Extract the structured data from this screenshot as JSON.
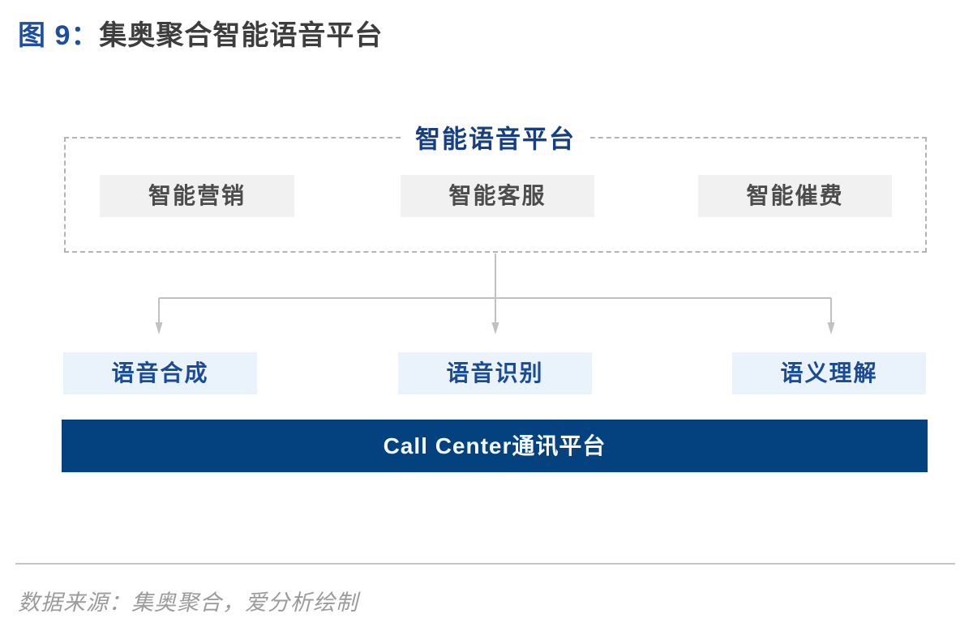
{
  "figure": {
    "label": "图 9：",
    "title": "集奥聚合智能语音平台"
  },
  "diagram": {
    "platform": {
      "title": "智能语音平台",
      "applications": [
        "智能营销",
        "智能客服",
        "智能催费"
      ]
    },
    "capabilities": [
      "语音合成",
      "语音识别",
      "语义理解"
    ],
    "foundation": "Call Center通讯平台"
  },
  "footer": {
    "source": "数据来源：集奥聚合，爱分析绘制"
  },
  "colors": {
    "figure_label_blue": "#1e4f9e",
    "figure_title_text": "#3d3d3d",
    "platform_title_navy": "#173f80",
    "app_box_bg": "#f1f1f1",
    "app_box_text": "#4c4c4c",
    "capability_box_bg": "#eaf2fc",
    "capability_box_text": "#1a4b97",
    "foundation_bar_bg": "#03417f",
    "foundation_bar_text": "#f5f8fc",
    "connector_gray": "#c1c1c1",
    "dashed_border": "#b4b4b4",
    "divider_gray": "#c6c6c6",
    "source_text_gray": "#9b9b9b"
  }
}
